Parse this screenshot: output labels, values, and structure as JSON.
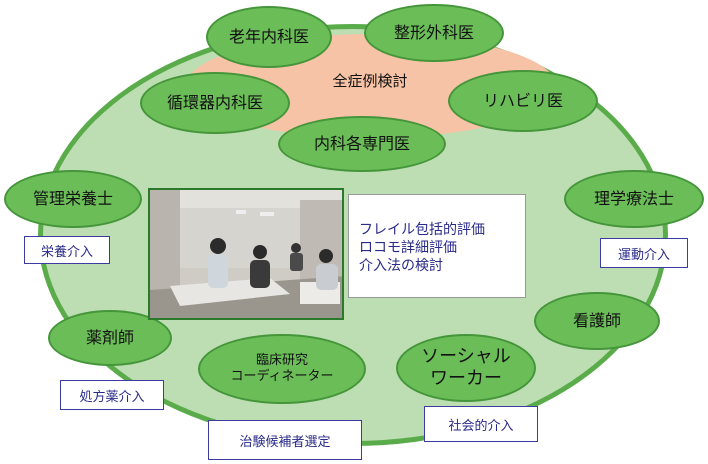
{
  "center_title": "全症例検討",
  "roles": {
    "geriatric": "老年内科医",
    "orthopedic": "整形外科医",
    "circulatory": "循環器内科医",
    "rehab": "リハビリ医",
    "internal": "内科各専門医",
    "dietitian": "管理栄養士",
    "pt": "理学療法士",
    "nurse": "看護師",
    "pharmacist": "薬剤師",
    "crc": "臨床研究\nコーディネーター",
    "social": "ソーシャル\nワーカー"
  },
  "tags": {
    "nutrition": "栄養介入",
    "exercise": "運動介入",
    "prescription": "処方薬介入",
    "trial": "治験候補者選定",
    "social": "社会的介入"
  },
  "assessment_lines": [
    "フレイル包括的評価",
    "ロコモ詳細評価",
    "介入法の検討"
  ],
  "colors": {
    "outer_fill": "#bcdeb2",
    "outer_border": "#5aac4a",
    "center_fill": "#f7c3a6",
    "role_fill": "#6bbd58",
    "tag_border": "#3b3ba0"
  }
}
